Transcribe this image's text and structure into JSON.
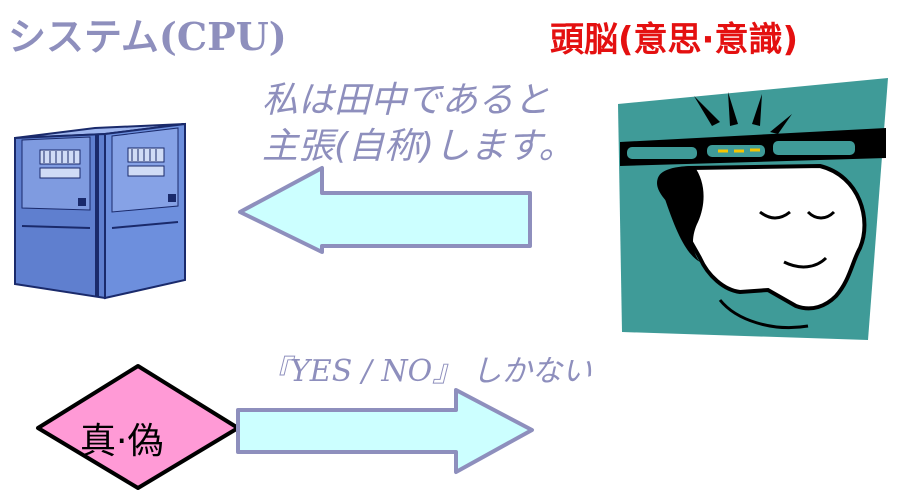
{
  "labels": {
    "system": "システム(CPU)",
    "brain": "頭脳(意思·意識)",
    "claim_line1": "私は田中であると",
    "claim_line2": "主張(自称)します。",
    "yesno_quote": "『YES / NO』",
    "yesno_rest": " しかない",
    "diamond": "真·偽"
  },
  "colors": {
    "label_purple": "#8e8fbd",
    "brain_red": "#e41010",
    "arrow_fill": "#ccffff",
    "diamond_fill": "#ff9ad6",
    "panel_teal": "#3f9b98",
    "server_blue": "#6b8dd6"
  },
  "icons": {
    "server": "server-tower-icon",
    "person": "thinking-man-icon"
  }
}
